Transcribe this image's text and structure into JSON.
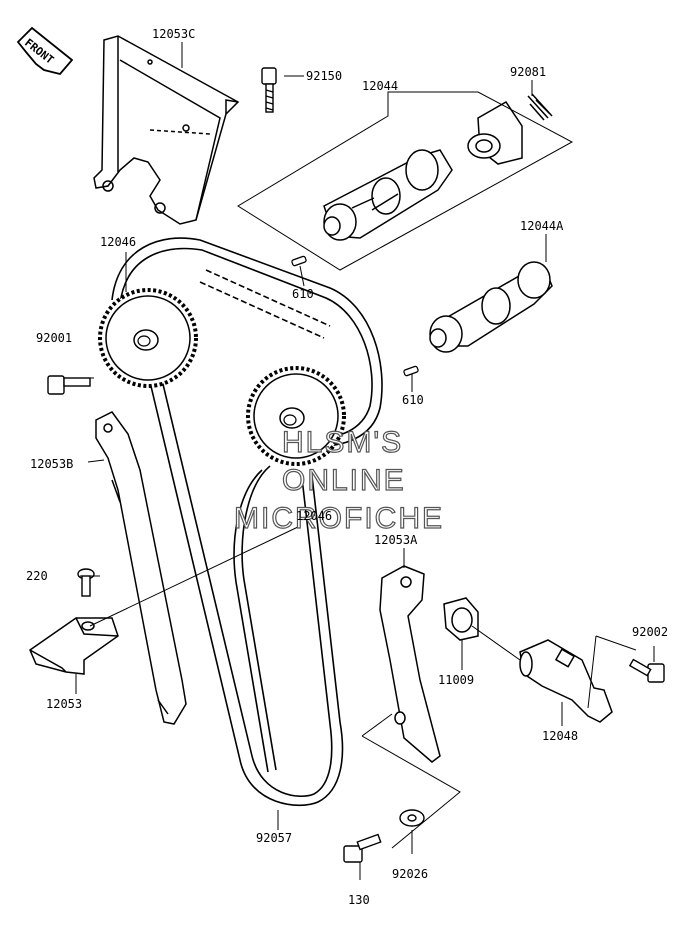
{
  "diagram": {
    "front_label": "FRONT",
    "watermark": [
      "HLSM'S",
      "ONLINE",
      "MICROFICHE"
    ],
    "labels": {
      "p12053C": "12053C",
      "p92150": "92150",
      "p12044": "12044",
      "p92081": "92081",
      "p12046a": "12046",
      "p12044A": "12044A",
      "p92001": "92001",
      "p610a": "610",
      "p610b": "610",
      "p12053B": "12053B",
      "p12046b": "12046",
      "p12053A": "12053A",
      "p220": "220",
      "p92002": "92002",
      "p11009": "11009",
      "p12053": "12053",
      "p12048": "12048",
      "p92057": "92057",
      "p130": "130",
      "p92026": "92026"
    }
  }
}
